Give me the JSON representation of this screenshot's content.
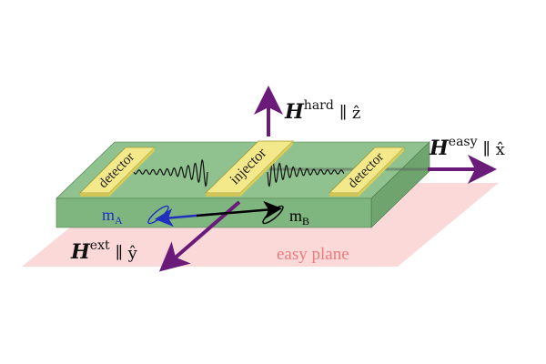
{
  "labels": {
    "detector_left": "detector",
    "injector": "injector",
    "detector_right": "detector",
    "h_hard_symbol": "H",
    "h_hard_sup": "hard",
    "h_hard_axis": "∥ ẑ",
    "h_easy_symbol": "H",
    "h_easy_sup": "easy",
    "h_easy_axis": "∥ x̂",
    "h_ext_symbol": "H",
    "h_ext_sup": "ext",
    "h_ext_axis": "∥ ŷ",
    "m_a": "m",
    "m_a_sub": "A",
    "m_b": "m",
    "m_b_sub": "B",
    "easy_plane": "easy plane"
  },
  "colors": {
    "plane": "#fbd9d9",
    "slab_top": "#8fc28f",
    "slab_front": "#7fb67f",
    "slab_side": "#6fa46f",
    "electrode": "#f4e98a",
    "electrode_edge": "#9a9a3a",
    "axis_arrow": "#6a1b7a",
    "m_a": "#1f2fbf",
    "m_b": "#000000",
    "plane_label": "#ec7b7b"
  }
}
